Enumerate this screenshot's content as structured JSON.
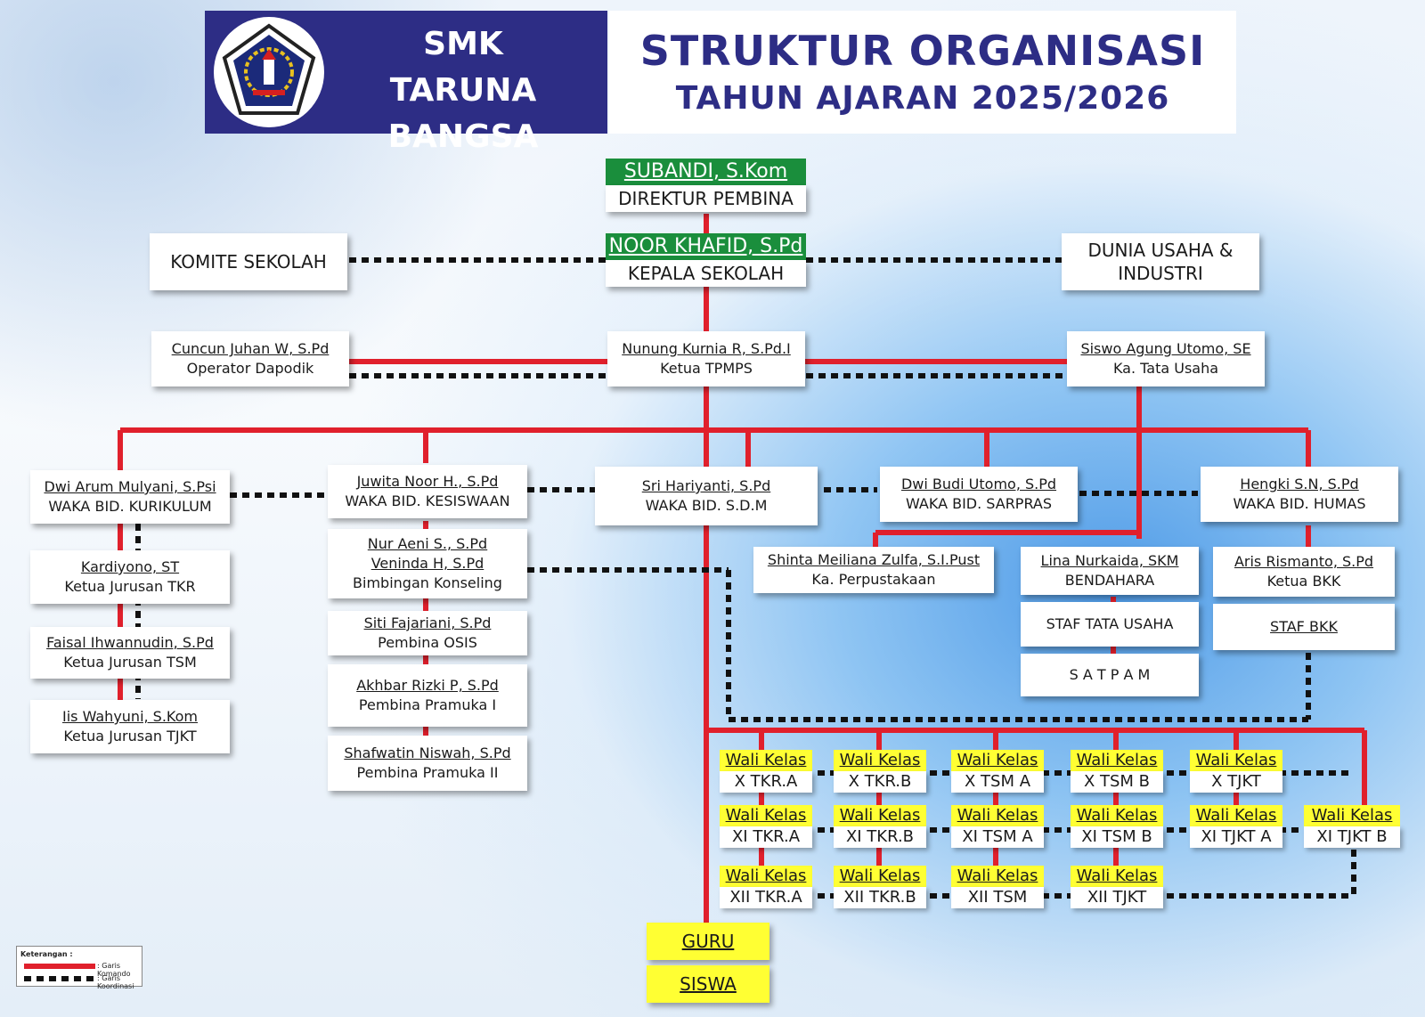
{
  "header": {
    "school_line1": "SMK",
    "school_line2": "TARUNA BANGSA",
    "title_line1": "STRUKTUR ORGANISASI",
    "title_line2": "TAHUN AJARAN 2025/2026"
  },
  "colors": {
    "brand_navy": "#2d2d85",
    "command_line": "#e0202c",
    "coordination_line": "#111111",
    "highlight_yellow": "#ffff33",
    "head_green": "#1a8e3c"
  },
  "top": {
    "director_name": "SUBANDI, S.Kom",
    "director_role": "DIREKTUR PEMBINA",
    "principal_name": "NOOR KHAFID, S.Pd",
    "principal_role": "KEPALA SEKOLAH",
    "komite": "KOMITE SEKOLAH",
    "dudi": "DUNIA USAHA & INDUSTRI"
  },
  "row2": {
    "dapodik_name": "Cuncun Juhan W, S.Pd",
    "dapodik_role": "Operator Dapodik",
    "tpmps_name": "Nunung Kurnia R, S.Pd.I",
    "tpmps_role": "Ketua TPMPS",
    "tu_name": "Siswo Agung Utomo, SE",
    "tu_role": "Ka. Tata Usaha"
  },
  "waka": {
    "kurikulum_name": "Dwi Arum Mulyani, S.Psi",
    "kurikulum_role": "WAKA BID. KURIKULUM",
    "kesiswaan_name": "Juwita Noor H., S.Pd",
    "kesiswaan_role": "WAKA BID. KESISWAAN",
    "sdm_name": "Sri Hariyanti, S.Pd",
    "sdm_role": "WAKA BID.  S.D.M",
    "sarpras_name": "Dwi Budi Utomo, S.Pd",
    "sarpras_role": "WAKA BID. SARPRAS",
    "humas_name": "Hengki S.N, S.Pd",
    "humas_role": "WAKA BID. HUMAS"
  },
  "kajur": {
    "tkr_name": "Kardiyono, ST",
    "tkr_role": "Ketua Jurusan TKR",
    "tsm_name": "Faisal Ihwannudin, S.Pd",
    "tsm_role": "Ketua Jurusan TSM",
    "tjkt_name": "Iis Wahyuni, S.Kom",
    "tjkt_role": "Ketua Jurusan TJKT"
  },
  "kesiswaan_staff": {
    "bk_name1": "Nur Aeni S., S.Pd",
    "bk_name2": "Veninda H, S.Pd",
    "bk_role": "Bimbingan Konseling",
    "osis_name": "Siti Fajariani, S.Pd",
    "osis_role": "Pembina OSIS",
    "pramuka1_name": "Akhbar Rizki P, S.Pd",
    "pramuka1_role": "Pembina Pramuka I",
    "pramuka2_name": "Shafwatin Niswah, S.Pd",
    "pramuka2_role": "Pembina Pramuka II"
  },
  "admin": {
    "perpus_name": "Shinta Meiliana Zulfa, S.I.Pust",
    "perpus_role": "Ka. Perpustakaan",
    "bendahara_name": "Lina Nurkaida, SKM",
    "bendahara_role": "BENDAHARA",
    "staf_tu": "STAF TATA USAHA",
    "satpam": "S A T P A M",
    "bkk_name": "Aris Rismanto, S.Pd",
    "bkk_role": "Ketua BKK",
    "staf_bkk": "STAF BKK"
  },
  "wali_label": "Wali Kelas",
  "classes": {
    "x_tkra": "X TKR.A",
    "x_tkrb": "X TKR.B",
    "x_tsma": "X TSM A",
    "x_tsmb": "X TSM B",
    "x_tjkt": "X TJKT",
    "xi_tkra": "XI TKR.A",
    "xi_tkrb": "XI TKR.B",
    "xi_tsma": "XI TSM A",
    "xi_tsmb": "XI TSM B",
    "xi_tjkta": "XI TJKT A",
    "xi_tjktb": "XI TJKT B",
    "xii_tkra": "XII TKR.A",
    "xii_tkrb": "XII TKR.B",
    "xii_tsm": "XII TSM",
    "xii_tjkt": "XII TJKT"
  },
  "bottom": {
    "guru": "GURU",
    "siswa": "SISWA"
  },
  "legend": {
    "title": "Keterangan :",
    "command": ": Garis Komando",
    "coordination": ": Garis Koordinasi"
  }
}
